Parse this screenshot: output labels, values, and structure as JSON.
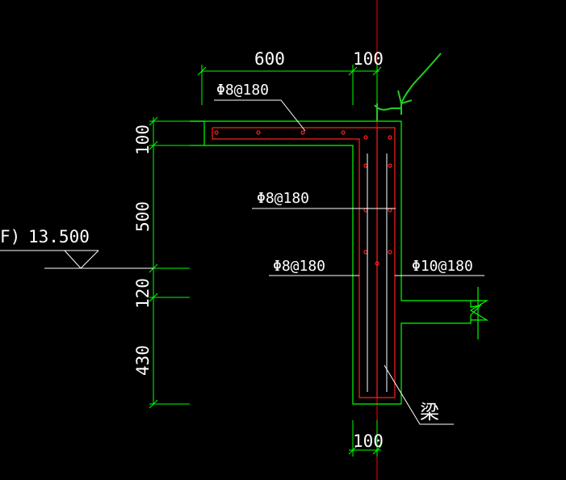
{
  "colors": {
    "background": "#000000",
    "outline": "#00ff00",
    "rebar": "#ff2020",
    "text": "#ffffff",
    "axis": "#ff0000",
    "dimension": "#00ff00",
    "leader": "#ffffff",
    "annotation_stroke": "#22cc22"
  },
  "dimensions": {
    "top_600": "600",
    "top_100": "100",
    "left_100": "100",
    "left_500": "500",
    "left_120": "120",
    "left_430": "430",
    "bottom_100": "100"
  },
  "rebar_labels": {
    "top": "Φ8@180",
    "middle": "Φ8@180",
    "lower_left": "Φ8@180",
    "lower_right": "Φ10@180"
  },
  "elevation": {
    "prefix": "F)",
    "value": "13.500"
  },
  "beam_label": "梁"
}
